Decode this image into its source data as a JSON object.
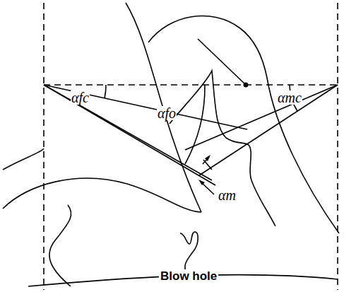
{
  "diagram": {
    "labels": [
      "αfc",
      "αfo",
      "αmc",
      "αm",
      "Blow hole"
    ]
  }
}
